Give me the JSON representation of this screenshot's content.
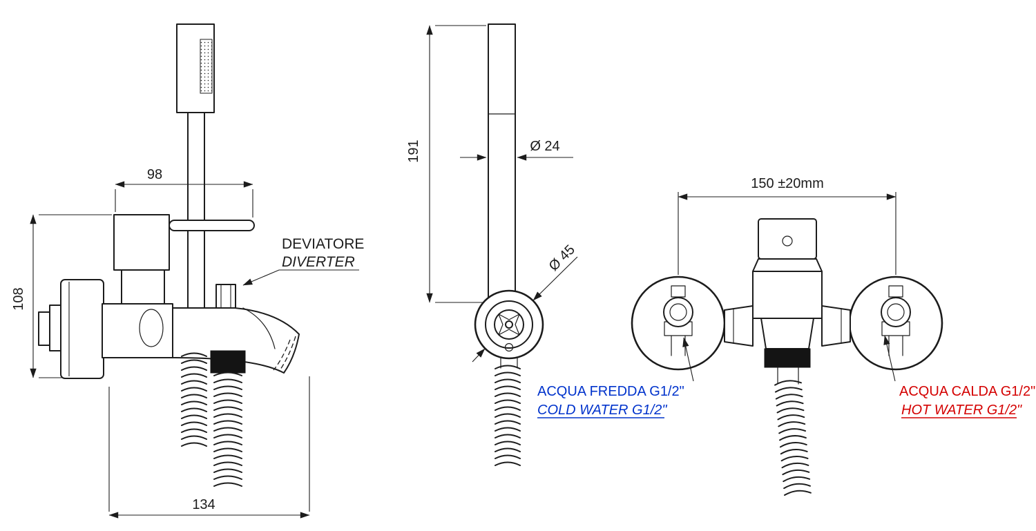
{
  "drawing": {
    "side_view": {
      "dim_top_width": "98",
      "dim_height": "108",
      "dim_bottom_width": "134",
      "diverter_it": "DEVIATORE",
      "diverter_en": "DIVERTER"
    },
    "handshower_view": {
      "dim_length": "191",
      "dim_handle_dia": "Ø 24",
      "dim_holder_dia": "Ø 45"
    },
    "front_view": {
      "dim_interaxis": "150 ±20mm",
      "cold_it": "ACQUA FREDDA G1/2\"",
      "cold_en": "COLD WATER G1/2\"",
      "hot_it": "ACQUA CALDA G1/2\"",
      "hot_en": "HOT WATER G1/2\""
    },
    "colors": {
      "line": "#1c1c1c",
      "cold_blue": "#0033cc",
      "hot_red": "#d40000"
    }
  }
}
